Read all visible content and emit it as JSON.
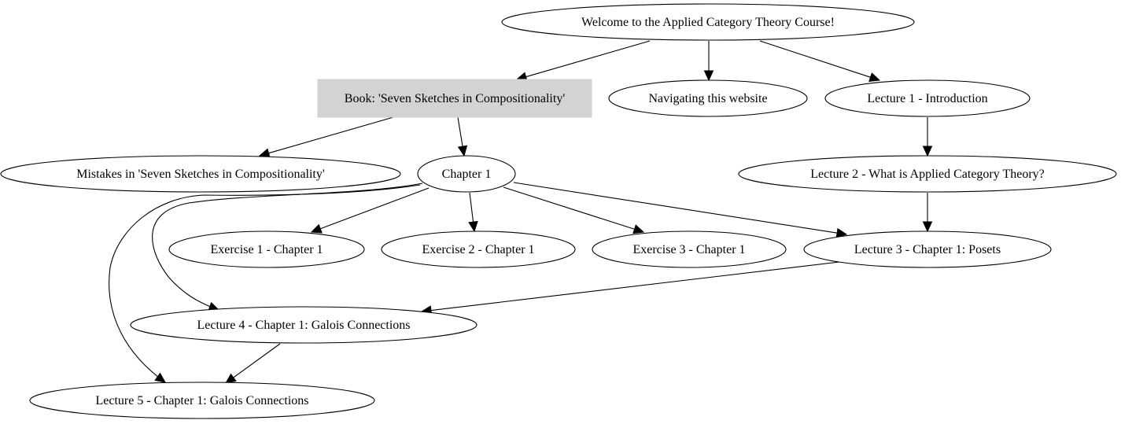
{
  "diagram": {
    "type": "directed-graph",
    "nodes": [
      {
        "id": "welcome",
        "label": "Welcome to the Applied Category Theory Course!",
        "shape": "ellipse"
      },
      {
        "id": "book",
        "label": "Book: 'Seven Sketches in Compositionality'",
        "shape": "box",
        "fill": "#d3d3d3"
      },
      {
        "id": "navigating",
        "label": "Navigating this website",
        "shape": "ellipse"
      },
      {
        "id": "lecture1",
        "label": "Lecture 1 - Introduction",
        "shape": "ellipse"
      },
      {
        "id": "mistakes",
        "label": "Mistakes in 'Seven Sketches in Compositionality'",
        "shape": "ellipse"
      },
      {
        "id": "chapter1",
        "label": "Chapter 1",
        "shape": "ellipse"
      },
      {
        "id": "lecture2",
        "label": "Lecture 2 - What is Applied Category Theory?",
        "shape": "ellipse"
      },
      {
        "id": "exercise1",
        "label": "Exercise 1 - Chapter 1",
        "shape": "ellipse"
      },
      {
        "id": "exercise2",
        "label": "Exercise 2 - Chapter 1",
        "shape": "ellipse"
      },
      {
        "id": "exercise3",
        "label": "Exercise 3 - Chapter 1",
        "shape": "ellipse"
      },
      {
        "id": "lecture3",
        "label": "Lecture 3 - Chapter 1: Posets",
        "shape": "ellipse"
      },
      {
        "id": "lecture4",
        "label": "Lecture 4 - Chapter 1: Galois Connections",
        "shape": "ellipse"
      },
      {
        "id": "lecture5",
        "label": "Lecture 5 - Chapter 1: Galois Connections",
        "shape": "ellipse"
      }
    ],
    "edges": [
      {
        "from": "welcome",
        "to": "book"
      },
      {
        "from": "welcome",
        "to": "navigating"
      },
      {
        "from": "welcome",
        "to": "lecture1"
      },
      {
        "from": "book",
        "to": "mistakes"
      },
      {
        "from": "book",
        "to": "chapter1"
      },
      {
        "from": "lecture1",
        "to": "lecture2"
      },
      {
        "from": "chapter1",
        "to": "exercise1"
      },
      {
        "from": "chapter1",
        "to": "exercise2"
      },
      {
        "from": "chapter1",
        "to": "exercise3"
      },
      {
        "from": "chapter1",
        "to": "lecture3"
      },
      {
        "from": "chapter1",
        "to": "lecture4"
      },
      {
        "from": "chapter1",
        "to": "lecture5"
      },
      {
        "from": "lecture2",
        "to": "lecture3"
      },
      {
        "from": "lecture3",
        "to": "lecture4"
      },
      {
        "from": "lecture4",
        "to": "lecture5"
      }
    ]
  }
}
